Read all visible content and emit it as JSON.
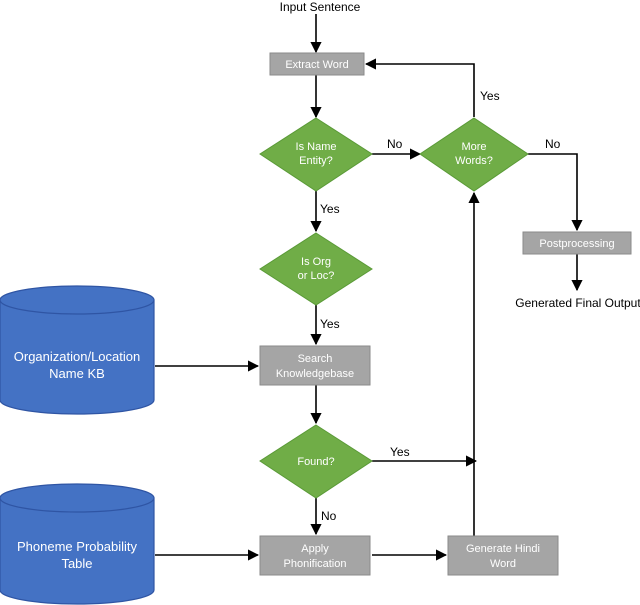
{
  "colors": {
    "box": "#a5a5a5",
    "box_border": "#8a8a8a",
    "diamond": "#70ad47",
    "diamond_border": "#5a9a37",
    "database": "#4472c4",
    "database_border": "#2f55a4",
    "arrow": "#000000"
  },
  "labels": {
    "input": "Input Sentence",
    "output": "Generated Final Output"
  },
  "nodes": {
    "extract_word": {
      "lines": [
        "Extract Word"
      ]
    },
    "is_name_entity": {
      "lines": [
        "Is Name",
        "Entity?"
      ]
    },
    "more_words": {
      "lines": [
        "More",
        "Words?"
      ]
    },
    "is_org_loc": {
      "lines": [
        "Is Org",
        "or Loc?"
      ]
    },
    "search_kb": {
      "lines": [
        "Search",
        "Knowledgebase"
      ]
    },
    "found": {
      "lines": [
        "Found?"
      ]
    },
    "apply_phonification": {
      "lines": [
        "Apply",
        "Phonification"
      ]
    },
    "generate_hindi": {
      "lines": [
        "Generate Hindi",
        "Word"
      ]
    },
    "postprocessing": {
      "lines": [
        "Postprocessing"
      ]
    },
    "org_loc_kb": {
      "lines": [
        "Organization/Location",
        "Name KB"
      ]
    },
    "phoneme_table": {
      "lines": [
        "Phoneme Probability",
        "Table"
      ]
    }
  },
  "edge_labels": {
    "name_entity_no": "No",
    "more_words_yes": "Yes",
    "more_words_no": "No",
    "name_entity_yes": "Yes",
    "org_loc_yes": "Yes",
    "found_yes": "Yes",
    "found_no": "No"
  }
}
